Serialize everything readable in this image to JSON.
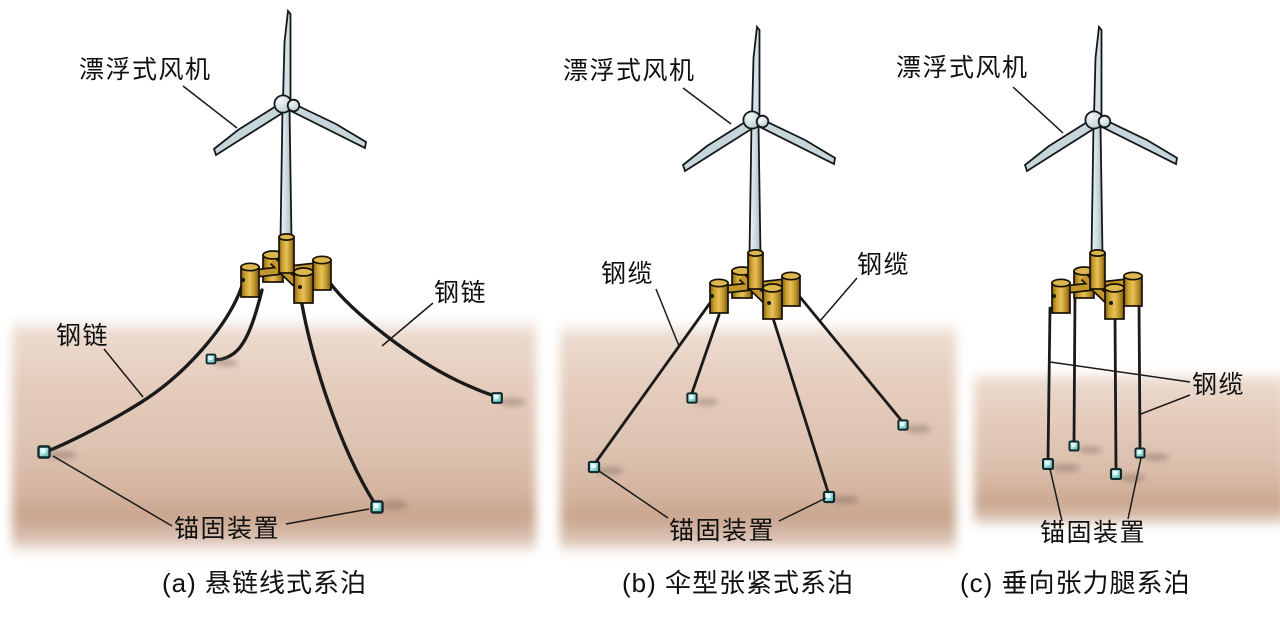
{
  "figure": {
    "colors": {
      "background": "#ffffff",
      "seabed": "#dfc3b1",
      "seabed_dark": "#c8a48d",
      "hull_gold": "#d2a62f",
      "tower_steel": "#cfdde1",
      "mooring_line": "#1a1a1a",
      "anchor_teal": "#7fd4d2",
      "text": "#101010"
    },
    "panels": [
      {
        "caption": "(a) 悬链线式系泊",
        "labels": {
          "turbine": "漂浮式风机",
          "line_left": "钢链",
          "line_right": "钢链",
          "anchor": "锚固装置"
        }
      },
      {
        "caption": "(b) 伞型张紧式系泊",
        "labels": {
          "turbine": "漂浮式风机",
          "line_left": "钢缆",
          "line_right": "钢缆",
          "anchor": "锚固装置"
        }
      },
      {
        "caption": "(c) 垂向张力腿系泊",
        "labels": {
          "turbine": "漂浮式风机",
          "line": "钢缆",
          "anchor": "锚固装置"
        }
      }
    ]
  }
}
